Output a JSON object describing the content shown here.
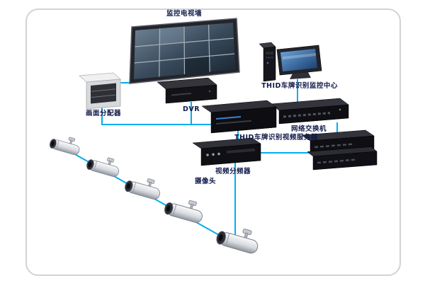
{
  "colors": {
    "connection_line": "#00aeef",
    "label_text": "#10194a",
    "card_border": "#d3d3d3",
    "card_background": "#ffffff"
  },
  "labels": {
    "video_wall": "监控电视墙",
    "screen_distributor": "画面分配器",
    "dvr": "DVR",
    "monitor_center": "THID车牌识别监控中心",
    "network_switch": "网络交换机",
    "video_server": "THID车牌识别视频服务器",
    "video_splitter": "视频分频器",
    "camera": "摄像头"
  },
  "camera_count": 5
}
